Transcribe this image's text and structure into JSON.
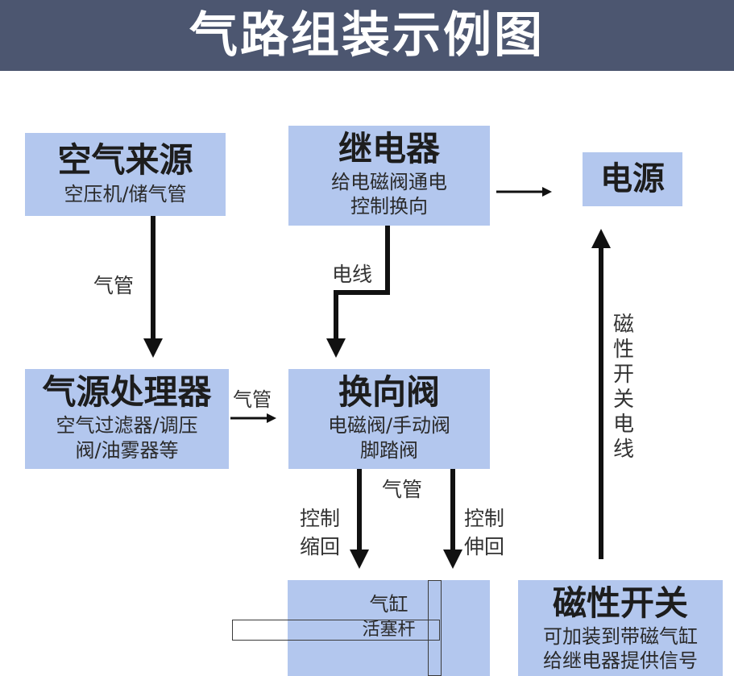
{
  "title": "气路组装示例图",
  "boxes": {
    "air_source": {
      "title": "空气来源",
      "sub": [
        "空压机/储气管"
      ]
    },
    "relay": {
      "title": "继电器",
      "sub": [
        "给电磁阀通电",
        "控制换向"
      ]
    },
    "power": {
      "title": "电源"
    },
    "air_treatment": {
      "title": "气源处理器",
      "sub": [
        "空气过滤器/调压",
        "阀/油雾器等"
      ]
    },
    "valve": {
      "title": "换向阀",
      "sub": [
        "电磁阀/手动阀",
        "脚踏阀"
      ]
    },
    "cylinder": {
      "sub": [
        "气缸",
        "活塞杆"
      ]
    },
    "magnetic_switch": {
      "title": "磁性开关",
      "sub": [
        "可加装到带磁气缸",
        "给继电器提供信号"
      ]
    }
  },
  "labels": {
    "pipe_1": "气管",
    "wire": "电线",
    "pipe_2": "气管",
    "pipe_3": "气管",
    "retract": [
      "控制",
      "缩回"
    ],
    "extend": [
      "控制",
      "伸回"
    ],
    "switch_wire": "磁性开关电线"
  },
  "colors": {
    "header": "#4c5670",
    "box": "#b3c7ee",
    "arrow": "#111111"
  }
}
